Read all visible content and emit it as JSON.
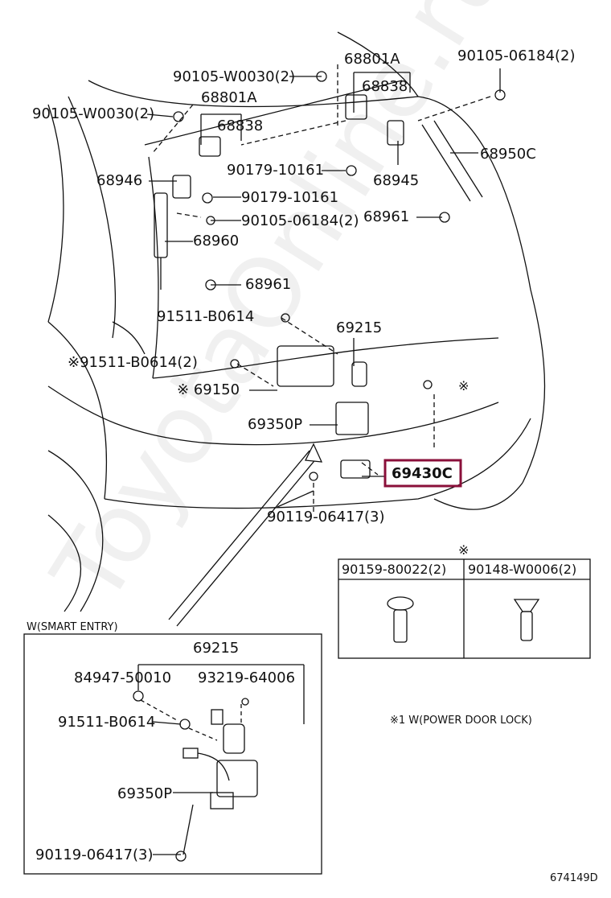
{
  "labels": {
    "l_90105_w0030_a": "90105-W0030(2)",
    "l_90105_w0030_b": "90105-W0030(2)",
    "l_68801a_a": "68801A",
    "l_68801a_b": "68801A",
    "l_68838_a": "68838",
    "l_68838_b": "68838",
    "l_90105_06184_top": "90105-06184(2)",
    "l_68950c": "68950C",
    "l_68946": "68946",
    "l_90179_10161_a": "90179-10161",
    "l_90179_10161_b": "90179-10161",
    "l_68945": "68945",
    "l_90105_06184_mid": "90105-06184(2)",
    "l_68961_right": "68961",
    "l_68960": "68960",
    "l_68961_left": "68961",
    "l_91511_b0614": "91511-B0614",
    "l_69215": "69215",
    "l_91511_b0614_2": "91511-B0614(2)",
    "l_69150": "69150",
    "l_69350p": "69350P",
    "l_69430c": "69430C",
    "l_90119_06417": "90119-06417(3)",
    "table_h1": "90159-80022(2)",
    "table_h2": "90148-W0006(2)",
    "footnote": "※1 W(POWER DOOR LOCK)",
    "inset_title": "W(SMART ENTRY)",
    "inset_69215": "69215",
    "inset_84947": "84947-50010",
    "inset_93219": "93219-64006",
    "inset_91511": "91511-B0614",
    "inset_69350p": "69350P",
    "inset_90119": "90119-06417(3)",
    "diagram_id": "674149D"
  },
  "marks": {
    "ref": "※",
    "ref1": "※1"
  },
  "watermark": "ToyotaOnline.ru",
  "colors": {
    "highlight": "#8a0f3a",
    "line": "#111111"
  }
}
